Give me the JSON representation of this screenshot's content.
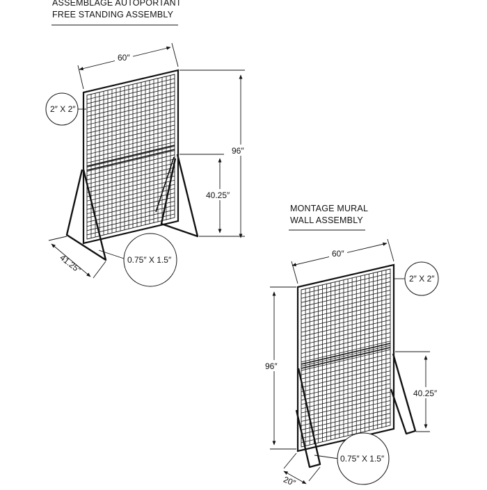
{
  "free_standing": {
    "title_fr": "ASSEMBLAGE AUTOPORTANT",
    "title_en": "FREE STANDING ASSEMBLY",
    "width_label": "60″",
    "height_label": "96″",
    "leg_height_label": "40.25″",
    "depth_label": "41.25″",
    "frame_callout": "2″ X 2″",
    "leg_callout": "0.75″ X 1.5″"
  },
  "wall_mount": {
    "title_fr": "MONTAGE MURAL",
    "title_en": "WALL ASSEMBLY",
    "width_label": "60″",
    "height_label": "96″",
    "leg_height_label": "40.25″",
    "depth_label": "20″",
    "frame_callout": "2″ X 2″",
    "leg_callout": "0.75″ X 1.5″"
  },
  "colors": {
    "line": "#111111",
    "background": "#ffffff"
  }
}
